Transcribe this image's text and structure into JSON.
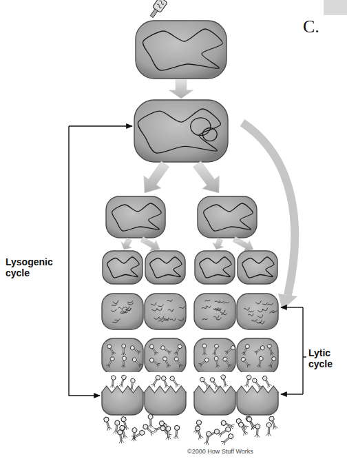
{
  "diagram": {
    "labels": [
      "C.",
      "Lysogenic cycle",
      "Lytic cycle",
      "©2000 How Stuff Works"
    ]
  }
}
